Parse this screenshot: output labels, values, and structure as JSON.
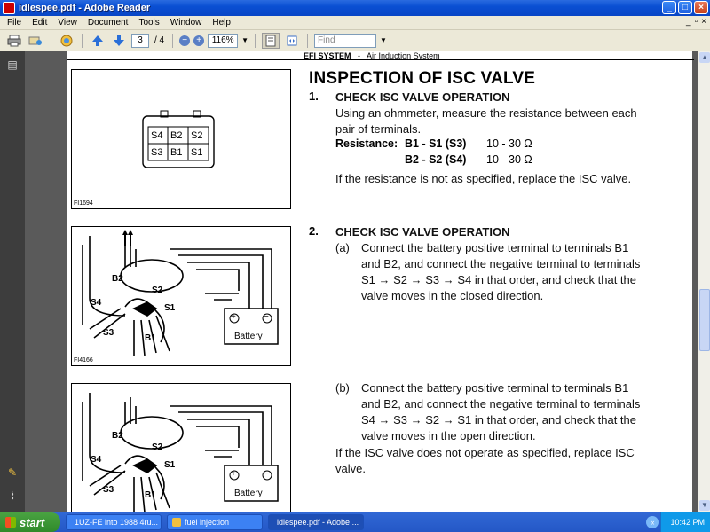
{
  "window": {
    "title": "idlespee.pdf - Adobe Reader",
    "buttons": {
      "minimize": "_",
      "maximize": "□",
      "close": "×"
    }
  },
  "menu": {
    "items": [
      "File",
      "Edit",
      "View",
      "Document",
      "Tools",
      "Window",
      "Help"
    ],
    "mdi_min": "_",
    "mdi_restore": "▫",
    "mdi_close": "×"
  },
  "toolbar": {
    "page_current": "3",
    "page_total": "/ 4",
    "zoom": "116%",
    "find_placeholder": "Find"
  },
  "document": {
    "header_left": "EFI SYSTEM",
    "header_sep": "-",
    "header_right": "Air Induction System",
    "heading": "INSPECTION OF ISC VALVE",
    "step1": {
      "num": "1.",
      "title": "CHECK ISC VALVE OPERATION",
      "text_lines": [
        "Using an ohmmeter, measure the resistance between each",
        "pair of terminals."
      ],
      "resistance_label": "Resistance:",
      "r1_pair": "B1 - S1 (S3)",
      "r1_value": "10 - 30 Ω",
      "r2_pair": "B2 - S2 (S4)",
      "r2_value": "10 - 30 Ω",
      "note": "If the resistance is not as specified, replace the ISC valve."
    },
    "step2": {
      "num": "2.",
      "title": "CHECK ISC VALVE OPERATION",
      "a_label": "(a)",
      "a_lines": [
        "Connect the battery positive terminal to terminals B1",
        "and B2, and connect the negative terminal to terminals",
        "S1 → S2 → S3 → S4 in that order, and check that the",
        "valve moves in the closed direction."
      ],
      "b_label": "(b)",
      "b_lines": [
        "Connect the battery positive terminal to terminals B1",
        "and B2, and connect the negative terminal to terminals",
        "S4 → S3 → S2 → S1 in that order, and check that the",
        "valve moves in the open direction."
      ],
      "final_lines": [
        "If the ISC valve does not operate as specified, replace ISC",
        "valve."
      ]
    },
    "fig1": {
      "terminals_top": [
        "S4",
        "B2",
        "S2"
      ],
      "terminals_bottom": [
        "S3",
        "B1",
        "S1"
      ],
      "code": "FI1694"
    },
    "fig2": {
      "labels": {
        "b2": "B2",
        "s2": "S2",
        "s4": "S4",
        "s1": "S1",
        "s3": "S3",
        "b1": "B1"
      },
      "battery": "Battery",
      "plus": "+",
      "minus": "−",
      "code": "FI4166"
    },
    "fig3": {
      "labels": {
        "b2": "B2",
        "s2": "S2",
        "s4": "S4",
        "s1": "S1",
        "s3": "S3",
        "b1": "B1"
      },
      "battery": "Battery",
      "plus": "+",
      "minus": "−"
    }
  },
  "taskbar": {
    "start": "start",
    "tasks": [
      {
        "label": "1UZ-FE into 1988 4ru...",
        "icon_color": "#e8742a"
      },
      {
        "label": "fuel injection",
        "icon_color": "#f0c040"
      },
      {
        "label": "idlespee.pdf - Adobe ...",
        "icon_color": "#d22"
      }
    ],
    "tray_chevron": "«",
    "clock": "10:42 PM"
  }
}
